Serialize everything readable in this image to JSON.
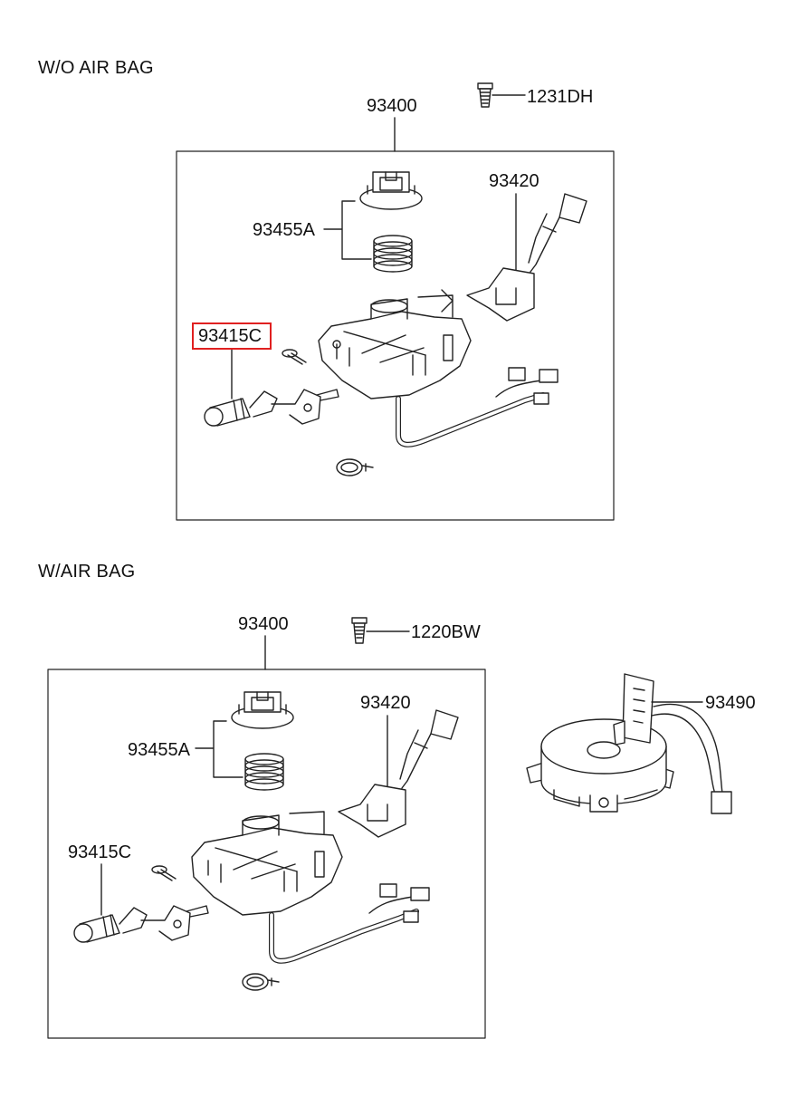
{
  "sections": {
    "top": {
      "title": "W/O AIR BAG",
      "assembly": "93400",
      "screw": "1231DH",
      "parts": {
        "lever_right": "93420",
        "cancel_cam": "93455A",
        "lever_left": "93415C"
      }
    },
    "bottom": {
      "title": "W/AIR BAG",
      "assembly": "93400",
      "screw": "1220BW",
      "parts": {
        "lever_right": "93420",
        "cancel_cam": "93455A",
        "lever_left": "93415C",
        "clock_spring": "93490"
      }
    }
  },
  "highlight": {
    "part": "93415C",
    "section": "top",
    "color": "#e02020"
  }
}
